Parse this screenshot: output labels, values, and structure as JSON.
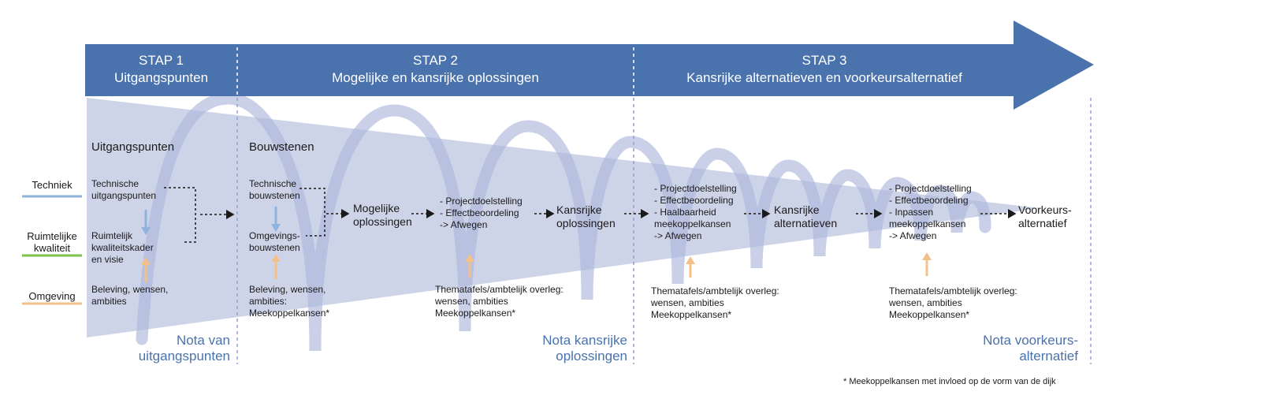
{
  "colors": {
    "banner": "#4a72ac",
    "funnel": "#c9cfe6",
    "spiral": "#aeb7dc",
    "techniek": "#8fb3dc",
    "ruimtelijk": "#7dc24b",
    "omgeving": "#f3c08c",
    "note": "#4a72ac"
  },
  "stages": [
    {
      "title": "STAP 1",
      "subtitle": "Uitgangspunten"
    },
    {
      "title": "STAP 2",
      "subtitle": "Mogelijke en kansrijke oplossingen"
    },
    {
      "title": "STAP 3",
      "subtitle": "Kansrijke alternatieven en voorkeursalternatief"
    }
  ],
  "row_labels": {
    "techniek": "Techniek",
    "ruimtelijk": [
      "Ruimtelijke",
      "kwaliteit"
    ],
    "omgeving": "Omgeving"
  },
  "col1": {
    "heading": "Uitgangspunten",
    "tech": [
      "Technische",
      "uitgangspunten"
    ],
    "ruimte": [
      "Ruimtelijk",
      "kwaliteitskader",
      "en visie"
    ],
    "omg": [
      "Beleving, wensen,",
      "ambities"
    ]
  },
  "col2": {
    "heading": "Bouwstenen",
    "tech": [
      "Technische",
      "bouwstenen"
    ],
    "ruimte": [
      "Omgevings-",
      "bouwstenen"
    ],
    "omg": [
      "Beleving, wensen,",
      "ambities:",
      "Meekoppelkansen*"
    ]
  },
  "mogelijke": [
    "Mogelijke",
    "oplossingen"
  ],
  "steps_a": [
    "- Projectdoelstelling",
    "- Effectbeoordeling",
    "-> Afwegen"
  ],
  "kansrijke_opl": [
    "Kansrijke",
    "oplossingen"
  ],
  "thema_a": [
    "Thematafels/ambtelijk overleg:",
    "wensen, ambities",
    "Meekoppelkansen*"
  ],
  "steps_b": [
    "- Projectdoelstelling",
    "- Effectbeoordeling",
    "- Haalbaarheid",
    "meekoppelkansen",
    "-> Afwegen"
  ],
  "kansrijke_alt": [
    "Kansrijke",
    "alternatieven"
  ],
  "thema_b": [
    "Thematafels/ambtelijk overleg:",
    "wensen, ambities",
    "Meekoppelkansen*"
  ],
  "steps_c": [
    "- Projectdoelstelling",
    "- Effectbeoordeling",
    "- Inpassen",
    "meekoppelkansen",
    "-> Afwegen"
  ],
  "voorkeur": [
    "Voorkeurs-",
    "alternatief"
  ],
  "thema_c": [
    "Thematafels/ambtelijk overleg:",
    "wensen, ambities",
    "Meekoppelkansen*"
  ],
  "notes": {
    "n1": [
      "Nota van",
      "uitgangspunten"
    ],
    "n2": [
      "Nota kansrijke",
      "oplossingen"
    ],
    "n3": [
      "Nota voorkeurs-",
      "alternatief"
    ]
  },
  "footnote": "* Meekoppelkansen met invloed op de vorm van de dijk"
}
